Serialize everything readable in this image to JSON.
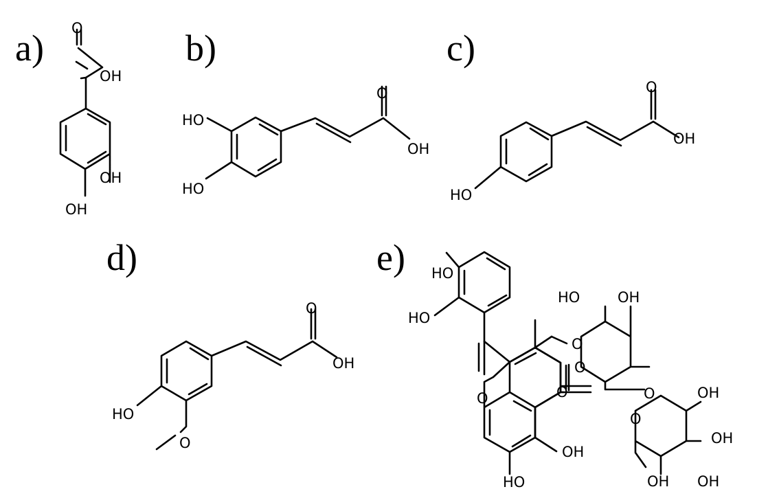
{
  "panels": [
    {
      "id": "a",
      "label": "a)",
      "atoms": [
        "O",
        "OH",
        "OH",
        "OH"
      ]
    },
    {
      "id": "b",
      "label": "b)",
      "atoms": [
        "HO",
        "HO",
        "O",
        "OH"
      ]
    },
    {
      "id": "c",
      "label": "c)",
      "atoms": [
        "HO",
        "O",
        "OH"
      ]
    },
    {
      "id": "d",
      "label": "d)",
      "atoms": [
        "HO",
        "O",
        "O",
        "OH"
      ]
    },
    {
      "id": "e",
      "label": "e)",
      "atoms": [
        "HO",
        "HO",
        "HO",
        "OH",
        "O",
        "O",
        "O",
        "OH",
        "HO",
        "OH",
        "O",
        "O",
        "OH",
        "O",
        "OH",
        "OH"
      ]
    }
  ]
}
